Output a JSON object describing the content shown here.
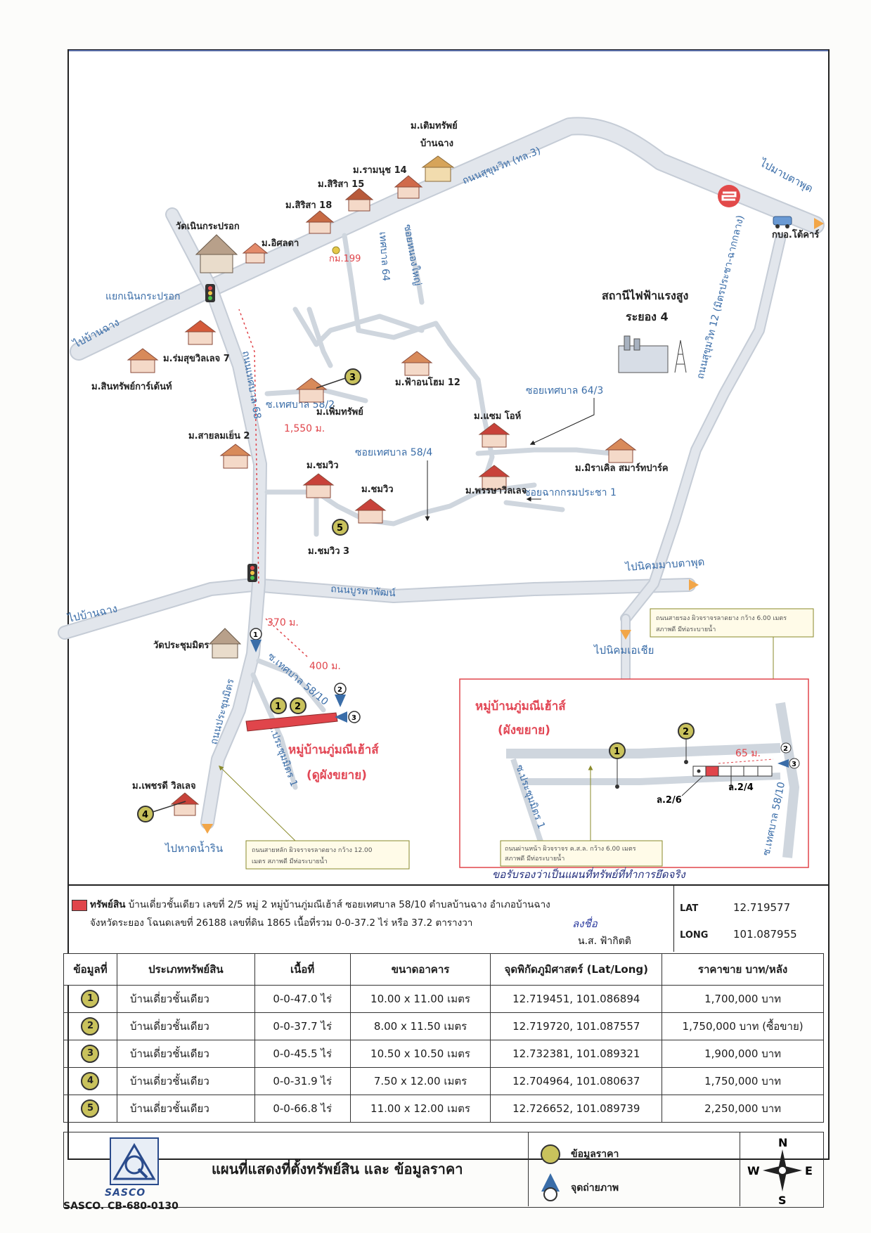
{
  "map": {
    "roads": {
      "sukhumvit": "ถนนสุขุมวิท (ทล.3)",
      "sukhumvit12": "ถนนสุขุมวิท 12 (มิตรประชา-ฉากกลาง)",
      "thetsaban68": "ถนนเทศบาล 68",
      "burapha": "ถนนบูรพาพัฒน์",
      "prachumit": "ถนนประชุมมิตร",
      "soi_thetsaban64": "เทศบาล 64",
      "soi_nongyai": "ซอยหนองใหญ่",
      "soi_thetsaban58_4": "ซอยเทศบาล 58/4",
      "soi_thetsaban64_3": "ซอยเทศบาล 64/3",
      "soi_thetsaban58_10": "ซ.เทศบาล 58/10",
      "soi_thetsaban58_2": "ซ.เทศบาล 58/2",
      "soi_prachumit1": "ซ.ประชุมมิตร 1",
      "soi_chakkrom": "ซอยฉากกรมประชา 1",
      "km199": "กม.199"
    },
    "directions": {
      "to_map_ta_phut": "ไปมาบตาพุด",
      "to_ban_chang_nw": "ไปบ้านฉาง",
      "to_ban_chang_w": "ไปบ้านฉาง",
      "to_nikhom_map_ta_phut": "ไปนิคมมาบตาพุด",
      "to_nikhom_asia": "ไปนิคมเอเชีย",
      "to_hat_nam_rin": "ไปหาดน้ำริน"
    },
    "places": {
      "m_toemsap_banchang": "ม.เติมทรัพย์",
      "m_toemsap_banchang_2": "บ้านฉาง",
      "m_ramanut14": "ม.รามนุช 14",
      "m_sirisa15": "ม.สิริสา 15",
      "m_sirisa18": "ม.สิริสา 18",
      "wat_noen": "วัดเนินกระปรอก",
      "m_itsada": "ม.อิศลดา",
      "yaek_noen": "แยกเนินกระปรอก",
      "m_romsuk7": "ม.ร่มสุขวิลเลจ 7",
      "m_sinsap": "ม.สินทรัพย์การ์เด้นท์",
      "m_permsap": "ม.เพิ่มทรัพย์",
      "m_fahhome12": "ม.ฟ้าอนโฮม 12",
      "m_sailom2": "ม.สายลมเย็น 2",
      "m_chomwiw_a": "ม.ชมวิว",
      "m_chomwiw_b": "ม.ชมวิว",
      "m_chomwiw3": "ม.ชมวิว 3",
      "m_sam_oh": "ม.แซม โอห์",
      "m_phansa": "ม.พรรษาวิลเลจ",
      "m_miracle": "ม.มิราเคิล สมาร์ทปาร์ค",
      "power_station_1": "สถานีไฟฟ้าแรงสูง",
      "power_station_2": "ระยอง 4",
      "kabo": "กบอ.โต้คาร์",
      "wat_prachum": "วัดประชุมมิตร",
      "m_phetcharat": "ม.เพชรดี วิลเลจ",
      "project_1": "หมู่บ้านภู่มณีเฮ้าส์",
      "project_1_sub": "(ดูผังขยาย)"
    },
    "distances": {
      "d1550": "1,550 ม.",
      "d370": "370 ม.",
      "d400": "400 ม.",
      "d65": "65 ม."
    },
    "notes": {
      "main_road": "ถนนสายหลัก ผิวจราจรลาดยาง กว้าง 12.00",
      "main_road_2": "เมตร สภาพดี มีท่อระบายน้ำ",
      "sub_road": "ถนนสายรอง ผิวจราจรลาดยาง กว้าง 6.00 เมตร",
      "sub_road_2": "สภาพดี มีท่อระบายน้ำ",
      "front_road": "ถนนผ่านหน้า ผิวจราจร ค.ส.ล. กว้าง 6.00 เมตร",
      "front_road_2": "สภาพดี มีท่อระบายน้ำ"
    },
    "inset": {
      "title": "หมู่บ้านภู่มณีเฮ้าส์",
      "subtitle": "(ผังขยาย)",
      "lot_a": "ล.2/6",
      "lot_b": "ล.2/4",
      "road_a": "ซ.ประชุมมิตร 1",
      "road_b": "ซ.เทศบาล 58/10"
    },
    "markers": [
      "1",
      "2",
      "3",
      "4",
      "5"
    ],
    "colors": {
      "road": "#dfe4ea",
      "road_edge": "#c5ccd6",
      "label_blue": "#3a6da8",
      "accent_red": "#e0454b",
      "marker_fill": "#c9c25c"
    }
  },
  "certify": "ขอรับรองว่าเป็นแผนที่ทรัพย์ที่ทำการยึดจริง",
  "info": {
    "heading": "ทรัพย์สิน",
    "line1": "บ้านเดี่ยวชั้นเดียว เลขที่ 2/5 หมู่ 2 หมู่บ้านภู่มณีเฮ้าส์ ซอยเทศบาล 58/10 ตำบลบ้านฉาง อำเภอบ้านฉาง",
    "line2": "จังหวัดระยอง โฉนดเลขที่ 26188 เลขที่ดิน 1865 เนื้อที่รวม 0-0-37.2 ไร่ หรือ 37.2 ตารางวา",
    "lat_label": "LAT",
    "lat_value": "12.719577",
    "long_label": "LONG",
    "long_value": "101.087955",
    "sign_label": "ลงชื่อ",
    "sign_name": "น.ส. ฟ้ากิตติ"
  },
  "table": {
    "headers": [
      "ข้อมูลที่",
      "ประเภททรัพย์สิน",
      "เนื้อที่",
      "ขนาดอาคาร",
      "จุดพิกัดภูมิศาสตร์ (Lat/Long)",
      "ราคาขาย บาท/หลัง"
    ],
    "rows": [
      {
        "no": "1",
        "type": "บ้านเดี่ยวชั้นเดียว",
        "area": "0-0-47.0 ไร่",
        "size": "10.00 x 11.00 เมตร",
        "coord": "12.719451, 101.086894",
        "price": "1,700,000 บาท"
      },
      {
        "no": "2",
        "type": "บ้านเดี่ยวชั้นเดียว",
        "area": "0-0-37.7 ไร่",
        "size": "8.00 x 11.50 เมตร",
        "coord": "12.719720, 101.087557",
        "price": "1,750,000 บาท (ซื้อขาย)"
      },
      {
        "no": "3",
        "type": "บ้านเดี่ยวชั้นเดียว",
        "area": "0-0-45.5 ไร่",
        "size": "10.50 x 10.50 เมตร",
        "coord": "12.732381, 101.089321",
        "price": "1,900,000 บาท"
      },
      {
        "no": "4",
        "type": "บ้านเดี่ยวชั้นเดียว",
        "area": "0-0-31.9 ไร่",
        "size": "7.50 x 12.00 เมตร",
        "coord": "12.704964, 101.080637",
        "price": "1,750,000 บาท"
      },
      {
        "no": "5",
        "type": "บ้านเดี่ยวชั้นเดียว",
        "area": "0-0-66.8 ไร่",
        "size": "11.00 x 12.00 เมตร",
        "coord": "12.726652, 101.089739",
        "price": "2,250,000 บาท"
      }
    ]
  },
  "footer": {
    "logo_text": "SASCO",
    "title": "แผนที่แสดงที่ตั้งทรัพย์สิน และ ข้อมูลราคา",
    "legend_price": "ข้อมูลราคา",
    "legend_photo": "จุดถ่ายภาพ",
    "compass_n": "N",
    "compass_s": "S",
    "compass_e": "E",
    "compass_w": "W"
  },
  "doc_code": "SASCO. CB-680-0130"
}
